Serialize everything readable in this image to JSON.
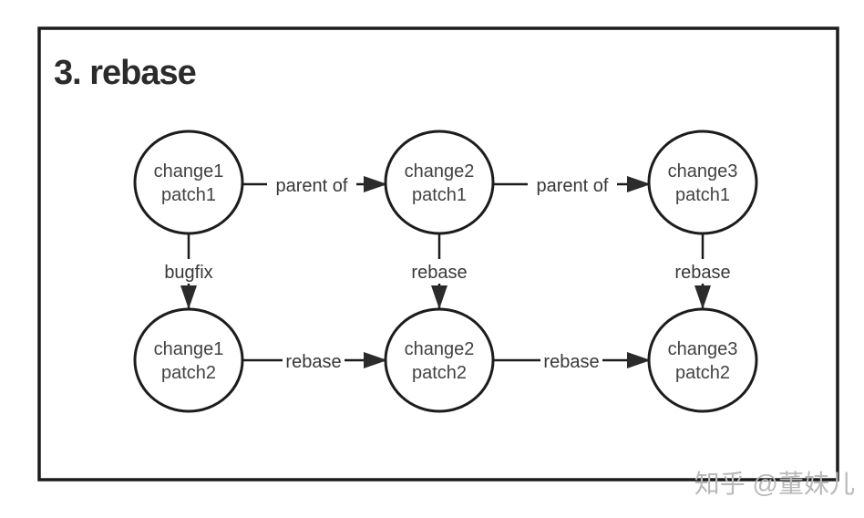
{
  "title": "3. rebase",
  "watermark": "知乎 @董妹儿",
  "colors": {
    "background": "#ffffff",
    "frame_border": "#1c1c1c",
    "node_fill": "#ffffff",
    "node_stroke": "#1c1c1c",
    "node_text": "#424242",
    "edge_line": "#1c1c1c",
    "edge_label_text": "#383838",
    "watermark_text": "#b9b9b9"
  },
  "nodes": [
    {
      "line1": "change1",
      "line2": "patch1"
    },
    {
      "line1": "change2",
      "line2": "patch1"
    },
    {
      "line1": "change3",
      "line2": "patch1"
    },
    {
      "line1": "change1",
      "line2": "patch2"
    },
    {
      "line1": "change2",
      "line2": "patch2"
    },
    {
      "line1": "change3",
      "line2": "patch2"
    }
  ],
  "edges": [
    {
      "from": "change1 patch1",
      "to": "change2 patch1",
      "label": "parent of",
      "direction": "right"
    },
    {
      "from": "change2 patch1",
      "to": "change3 patch1",
      "label": "parent of",
      "direction": "right"
    },
    {
      "from": "change1 patch1",
      "to": "change1 patch2",
      "label": "bugfix",
      "direction": "down"
    },
    {
      "from": "change2 patch1",
      "to": "change2 patch2",
      "label": "rebase",
      "direction": "down"
    },
    {
      "from": "change3 patch1",
      "to": "change3 patch2",
      "label": "rebase",
      "direction": "down"
    },
    {
      "from": "change1 patch2",
      "to": "change2 patch2",
      "label": "rebase",
      "direction": "right"
    },
    {
      "from": "change2 patch2",
      "to": "change3 patch2",
      "label": "rebase",
      "direction": "right"
    }
  ]
}
